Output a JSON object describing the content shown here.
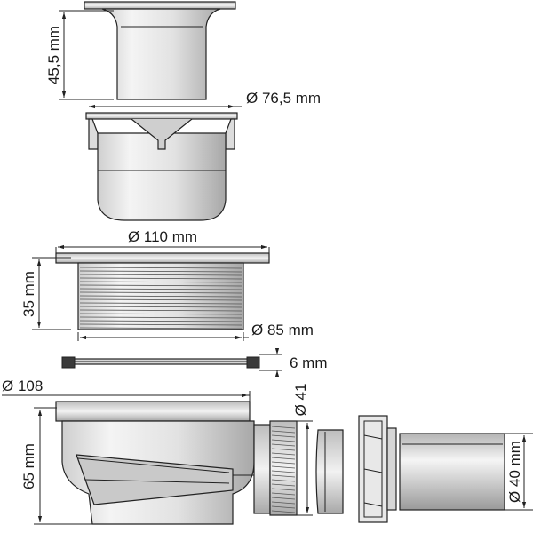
{
  "colors": {
    "line": "#222222",
    "metal_light": "#f2f2f2",
    "metal_mid": "#cfcfcf",
    "metal_dark": "#9a9a9a",
    "background": "#ffffff"
  },
  "components": [
    "grate-cover",
    "inner-cup",
    "drain-ring",
    "gasket",
    "trap-body",
    "nut-coupling",
    "adapter-coupling",
    "outlet-pipe"
  ],
  "dimensions": {
    "grate_height": "45,5 mm",
    "cup_diameter": "Ø 76,5 mm",
    "ring_diameter": "Ø 110 mm",
    "ring_height": "35 mm",
    "thread_diameter": "Ø 85 mm",
    "gasket_thickness": "6 mm",
    "body_diameter": "Ø 108",
    "body_height": "65 mm",
    "outlet_diameter": "Ø 41",
    "pipe_diameter": "Ø 40 mm"
  }
}
